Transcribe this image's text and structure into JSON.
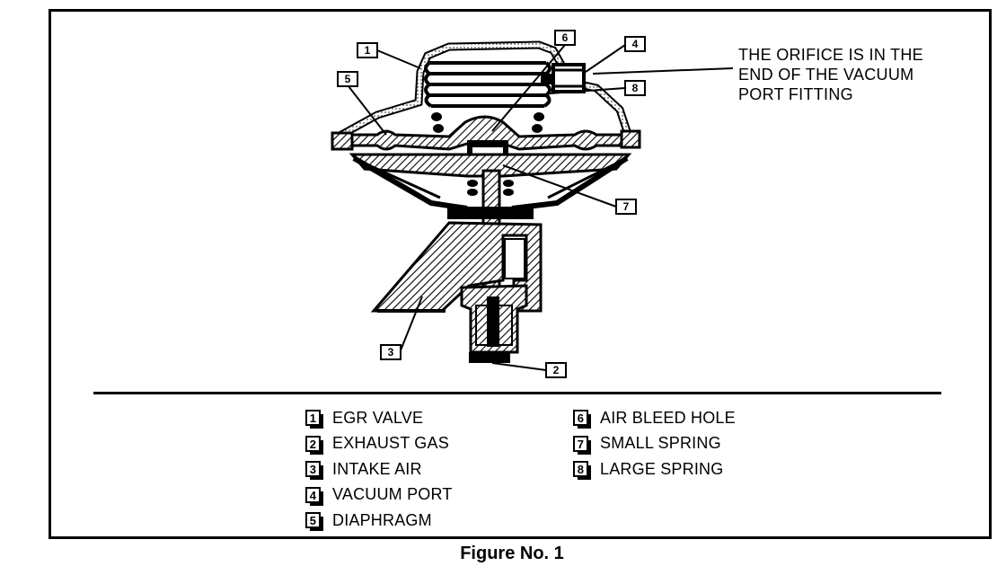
{
  "note": {
    "line1": "THE ORIFICE IS IN THE",
    "line2": "END OF THE VACUUM",
    "line3": "PORT FITTING"
  },
  "callouts": [
    "1",
    "2",
    "3",
    "4",
    "5",
    "6",
    "7",
    "8"
  ],
  "legend": {
    "left": [
      {
        "num": "1",
        "label": "EGR VALVE"
      },
      {
        "num": "2",
        "label": "EXHAUST GAS"
      },
      {
        "num": "3",
        "label": "INTAKE AIR"
      },
      {
        "num": "4",
        "label": "VACUUM PORT"
      },
      {
        "num": "5",
        "label": "DIAPHRAGM"
      }
    ],
    "right": [
      {
        "num": "6",
        "label": "AIR BLEED HOLE"
      },
      {
        "num": "7",
        "label": "SMALL SPRING"
      },
      {
        "num": "8",
        "label": "LARGE SPRING"
      }
    ]
  },
  "caption": "Figure No. 1"
}
